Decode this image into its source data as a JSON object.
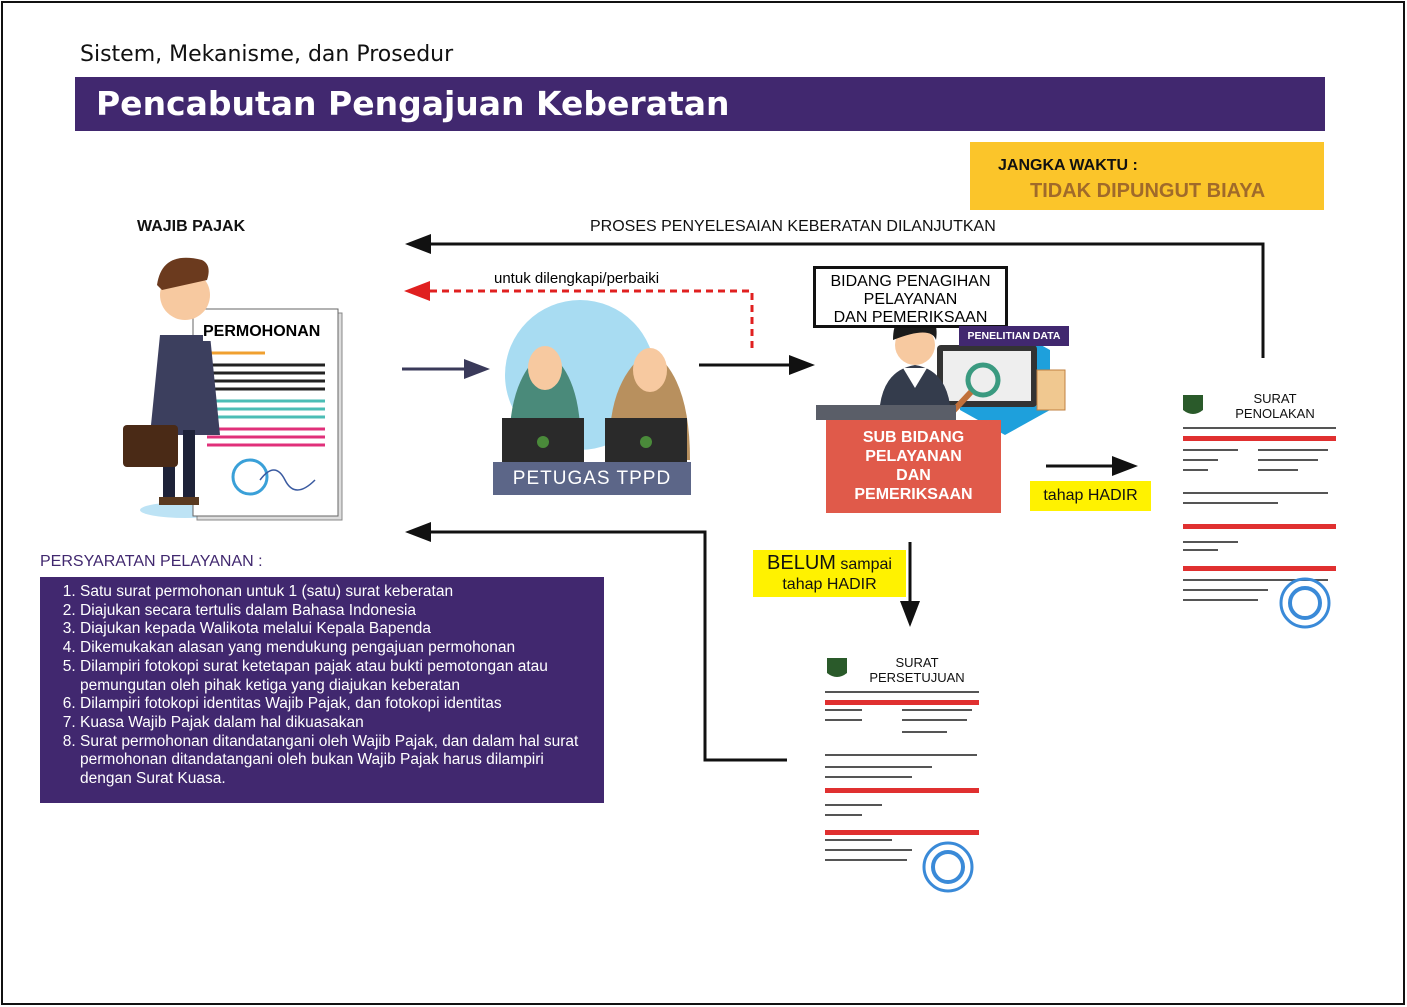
{
  "header": {
    "subtitle": "Sistem, Mekanisme, dan Prosedur",
    "title": "Pencabutan Pengajuan Keberatan"
  },
  "fee": {
    "label": "JANGKA WAKTU :",
    "value": "TIDAK DIPUNGUT BIAYA"
  },
  "flow": {
    "wajib_pajak": "WAJIB PAJAK",
    "permohonan": "PERMOHONAN",
    "proses_label": "PROSES PENYELESAIAN KEBERATAN DILANJUTKAN",
    "return_label": "untuk dilengkapi/perbaiki",
    "petugas": "PETUGAS TPPD",
    "bidang": [
      "BIDANG PENAGIHAN",
      "PELAYANAN",
      "DAN PEMERIKSAAN"
    ],
    "penelitian": "PENELITIAN DATA",
    "sub_bidang": [
      "SUB BIDANG",
      "PELAYANAN",
      "DAN",
      "PEMERIKSAAN"
    ],
    "tahap_hadir": "tahap HADIR",
    "belum_big": "BELUM",
    "belum_rest": "sampai",
    "belum_line2": "tahap HADIR",
    "surat_penolakan": [
      "SURAT",
      "PENOLAKAN"
    ],
    "surat_persetujuan": [
      "SURAT",
      "PERSETUJUAN"
    ]
  },
  "requirements": {
    "title": "PERSYARATAN PELAYANAN :",
    "items": [
      "Satu surat permohonan untuk 1 (satu) surat keberatan",
      "Diajukan secara tertulis dalam Bahasa Indonesia",
      "Diajukan kepada Walikota melalui Kepala Bapenda",
      "Dikemukakan alasan yang mendukung pengajuan permohonan",
      "Dilampiri fotokopi surat ketetapan pajak atau bukti pemotongan atau pemungutan oleh pihak ketiga yang diajukan keberatan",
      "Dilampiri fotokopi identitas Wajib Pajak, dan fotokopi identitas",
      "Kuasa Wajib Pajak dalam hal dikuasakan",
      "Surat permohonan ditandatangani oleh Wajib Pajak, dan dalam hal surat permohonan ditandatangani oleh bukan Wajib Pajak harus dilampiri dengan Surat Kuasa."
    ]
  },
  "colors": {
    "purple": "#41286f",
    "yellow": "#fbc52a",
    "red": "#e05a4a",
    "highlight": "#fff200",
    "dashed_arrow": "#e02020"
  }
}
